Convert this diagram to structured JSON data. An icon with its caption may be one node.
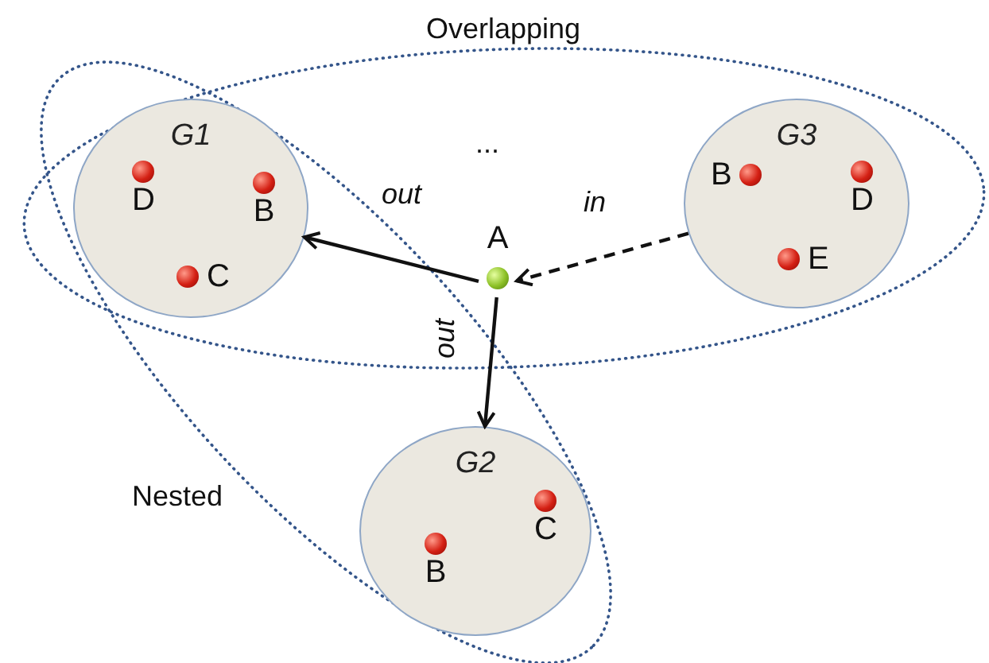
{
  "diagram": {
    "nodes": [
      {
        "text": [
          "Overlapping"
        ]
      },
      {
        "text": [
          "Nested"
        ]
      },
      {
        "text": [
          "G1"
        ]
      },
      {
        "text": [
          "D"
        ],
        "in": 2
      },
      {
        "text": [
          "B"
        ],
        "in": 2
      },
      {
        "text": [
          "C"
        ],
        "in": 2
      },
      {
        "text": [
          "A"
        ],
        "in": 0
      },
      {
        "text": [
          "G3"
        ],
        "in": 0
      },
      {
        "text": [
          "B"
        ],
        "in": 7
      },
      {
        "text": [
          "D"
        ],
        "in": 7
      },
      {
        "text": [
          "E"
        ],
        "in": 7
      },
      {
        "text": [
          "G2"
        ],
        "in": 1
      },
      {
        "text": [
          "B"
        ],
        "in": 11
      },
      {
        "text": [
          "C"
        ],
        "in": 11
      }
    ],
    "edges": [
      {
        "from": 6,
        "to": 2,
        "arrow": "to",
        "label": "out"
      },
      {
        "from": 6,
        "to": 11,
        "arrow": "to",
        "label": "out"
      },
      {
        "from": 7,
        "to": 6,
        "arrow": "to",
        "label": "in",
        "style": "dashed"
      }
    ],
    "labels": [
      "..."
    ]
  }
}
